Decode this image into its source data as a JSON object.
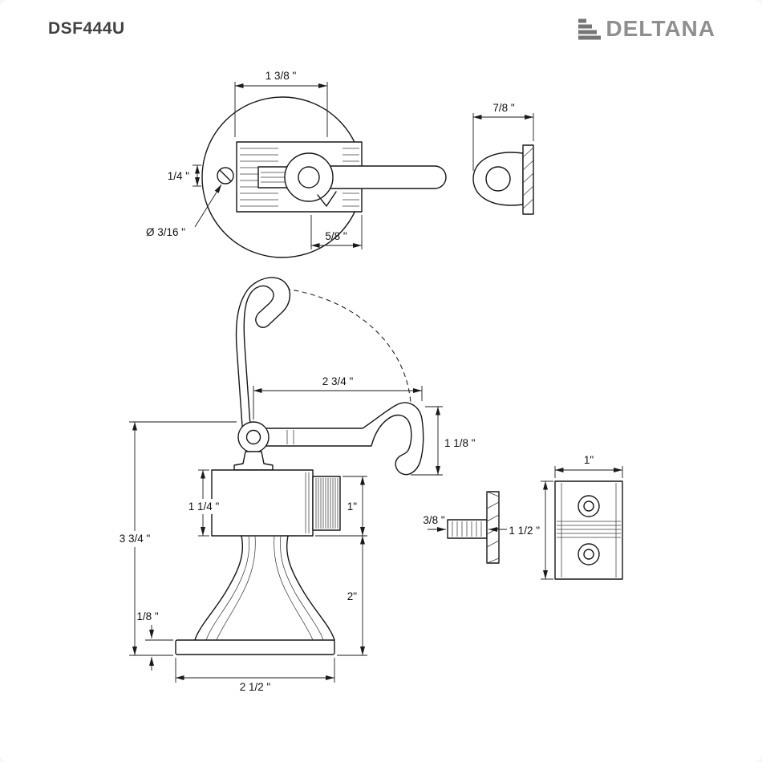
{
  "header": {
    "product_code": "DSF444U",
    "brand": "DELTANA"
  },
  "style": {
    "ink": "#1a1a1a",
    "brand_gray": "#8f8f8f",
    "product_code_gray": "#414141",
    "line_color": "#161616"
  },
  "icons": {
    "brand_icon": "deltana-delta-slats-icon"
  },
  "views": {
    "latch_top": {
      "width": "1 3/8 \"",
      "hole_offset": "1/4 \"",
      "hole_diameter": "Ø 3/16 \"",
      "pivot_to_edge": "5/8 \""
    },
    "keeper_top": {
      "width": "7/8 \""
    },
    "doorstop_side": {
      "hook_reach": "2 3/4 \"",
      "hook_height": "1 1/8 \"",
      "overall_height": "3 3/4 \"",
      "body_height": "1 1/4 \"",
      "bumper_height": "1\"",
      "stem_height": "2\"",
      "base_thickness": "1/8 \"",
      "base_width": "2 1/2 \""
    },
    "keeper_side": {
      "stem_length": "3/8 \""
    },
    "keeper_front": {
      "width": "1\"",
      "height": "1 1/2 \""
    }
  }
}
